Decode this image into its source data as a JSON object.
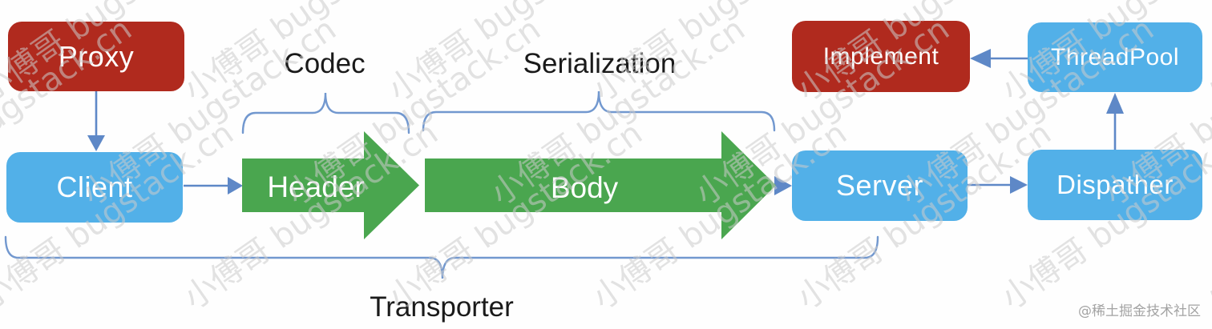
{
  "diagram": {
    "nodes": {
      "proxy": {
        "label": "Proxy"
      },
      "client": {
        "label": "Client"
      },
      "server": {
        "label": "Server"
      },
      "implement": {
        "label": "Implement"
      },
      "threadpool": {
        "label": "ThreadPool"
      },
      "dispather": {
        "label": "Dispather"
      }
    },
    "pipeline": {
      "header_arrow_label": "Header",
      "body_arrow_label": "Body"
    },
    "annotations": {
      "codec_label": "Codec",
      "serialization_label": "Serialization",
      "transporter_label": "Transporter"
    }
  },
  "watermark": {
    "text": "小傅哥 bugstack.cn",
    "credit": "@稀土掘金技术社区"
  },
  "colors": {
    "node_red": "#b02a1e",
    "node_blue": "#52b0e8",
    "arrow_green": "#4aa64f",
    "connector_blue": "#5e88c7",
    "brace_blue": "#7298cf",
    "annotation_black": "#1a1a1a",
    "watermark_gray": "#cccccc",
    "credit_gray": "#a3a3a3"
  }
}
